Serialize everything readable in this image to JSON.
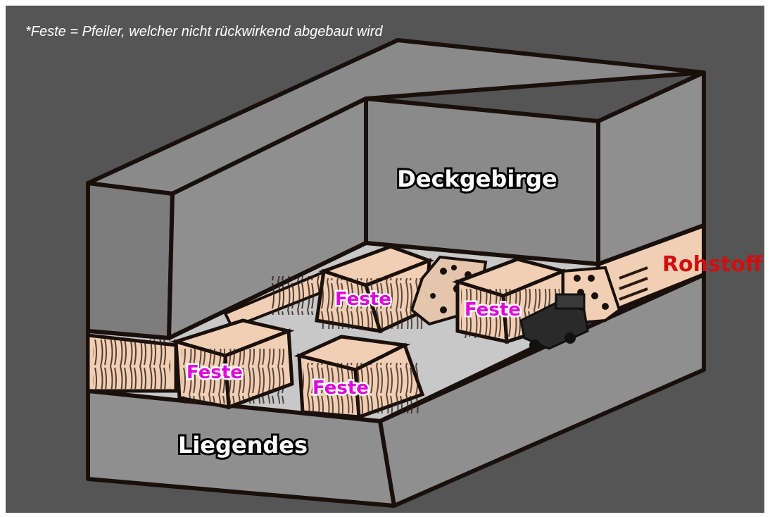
{
  "note": "*Feste = Pfeiler, welcher nicht rückwirkend abgebaut wird",
  "labels": {
    "overburden": "Deckgebirge",
    "footwall": "Liegendes",
    "resource": "Rohstoff",
    "pillar_1": "Feste",
    "pillar_2": "Feste",
    "pillar_3": "Feste",
    "pillar_4": "Feste"
  },
  "colors": {
    "background": "#555555",
    "rock": "#8a8a8a",
    "floor": "#c8c8c8",
    "seam": "#f1cfb4",
    "outline": "#1a100b",
    "pillar_label": "#e000e0",
    "resource_label": "#d01010",
    "note_text": "#ffffff"
  }
}
